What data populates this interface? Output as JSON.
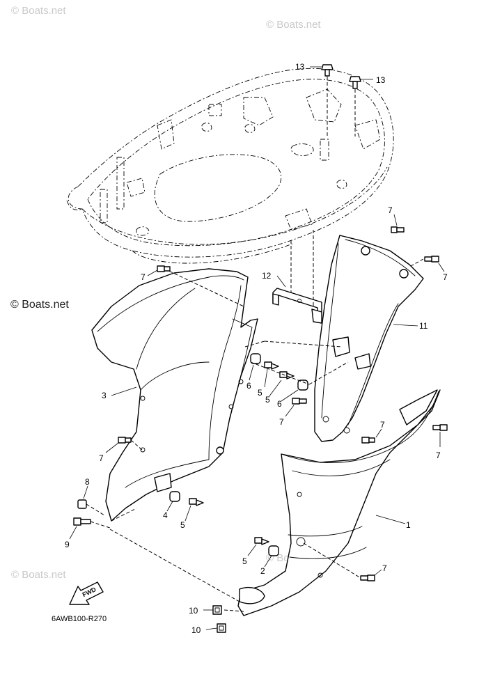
{
  "watermarks": {
    "top_left": "© Boats.net",
    "top_center": "© Boats.net",
    "left_middle": "© Boats.net",
    "bottom_left": "© Boats.net",
    "bottom_center": "© Boats.net"
  },
  "callouts": {
    "c13a": "13",
    "c13b": "13",
    "c7_top_right": "7",
    "c7_right_upper": "7",
    "c7_left_upper": "7",
    "c12": "12",
    "c11": "11",
    "c3": "3",
    "c6a": "6",
    "c5a": "5",
    "c5b": "5",
    "c6b": "6",
    "c7_mid": "7",
    "c7_left_mid": "7",
    "c7_right_mid": "7",
    "c7_far_right": "7",
    "c8": "8",
    "c4": "4",
    "c5c": "5",
    "c9": "9",
    "c1": "1",
    "c5d": "5",
    "c2": "2",
    "c7_bottom_right": "7",
    "c10a": "10",
    "c10b": "10"
  },
  "fwd_label": "FWD",
  "diagram_code": "6AWB100-R270"
}
